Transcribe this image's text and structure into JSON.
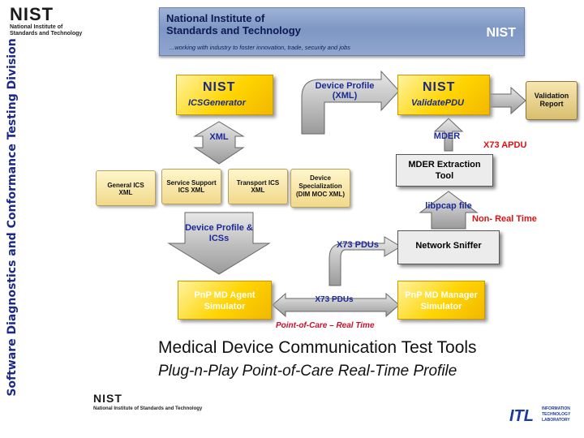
{
  "sidebar": {
    "vertical_title": "Software Diagnostics and Conformance Testing Division"
  },
  "logo_top": {
    "mark": "NIST",
    "line1": "National Institute of",
    "line2": "Standards and Technology"
  },
  "banner": {
    "title_line1": "National Institute of",
    "title_line2": "Standards and Technology",
    "tagline": "...working with industry to foster innovation, trade, security and jobs",
    "mark": "NIST"
  },
  "diagram": {
    "ics_generator": {
      "mark": "NIST",
      "label": "ICSGenerator"
    },
    "validate_pdu": {
      "mark": "NIST",
      "label": "ValidatePDU"
    },
    "validation_report": "Validation Report",
    "device_profile_xml": "Device Profile (XML)",
    "xml": "XML",
    "mder": "MDER",
    "x73_apdu": "X73 APDU",
    "mder_tool": "MDER Extraction Tool",
    "folders": [
      "General ICS XML",
      "Service Support ICS XML",
      "Transport ICS XML",
      "Device Specialization (DIM MOC XML)"
    ],
    "libpcap": "libpcap file",
    "non_real_time": "Non- Real Time",
    "device_profile_ics": "Device Profile & ICSs",
    "x73_pdus_upper": "X73 PDUs",
    "network_sniffer": "Network Sniffer",
    "agent_simulator": "PnP MD Agent Simulator",
    "manager_simulator": "PnP MD Manager Simulator",
    "x73_pdus_lower": "X73 PDUs",
    "point_of_care": "Point-of-Care – Real Time"
  },
  "title": {
    "line1": "Medical Device Communication Test Tools",
    "line2": "Plug-n-Play Point-of-Care Real-Time Profile"
  },
  "footer": {
    "nist_mark": "NIST",
    "nist_sub": "National Institute of Standards and Technology",
    "itl_mark": "ITL",
    "itl_sub": "INFORMATION TECHNOLOGY LABORATORY"
  }
}
